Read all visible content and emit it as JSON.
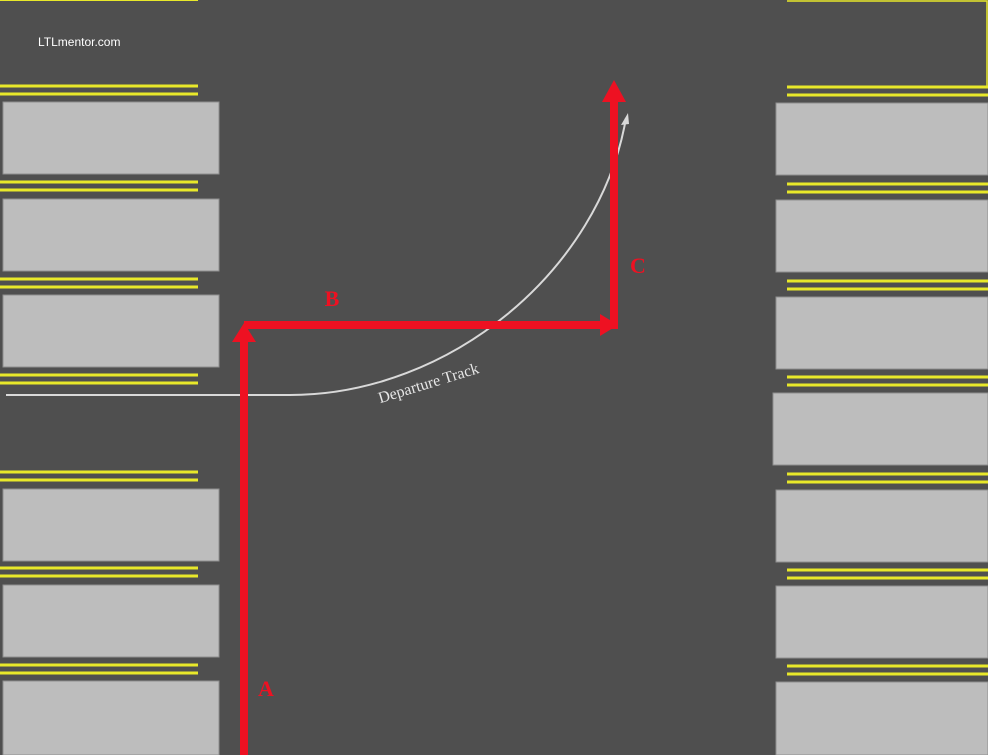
{
  "brand": {
    "text": "LTLmentor.com"
  },
  "route": {
    "label_a": "A",
    "label_b": "B",
    "label_c": "C"
  },
  "track": {
    "label": "Departure Track"
  },
  "colors": {
    "pavement": "#4f4f4f",
    "stall_fill": "#bdbdbd",
    "stall_edge": "#8f8f8f",
    "stripe": "#e8e82a",
    "route": "#ee1122",
    "track": "#d9d9d9"
  }
}
